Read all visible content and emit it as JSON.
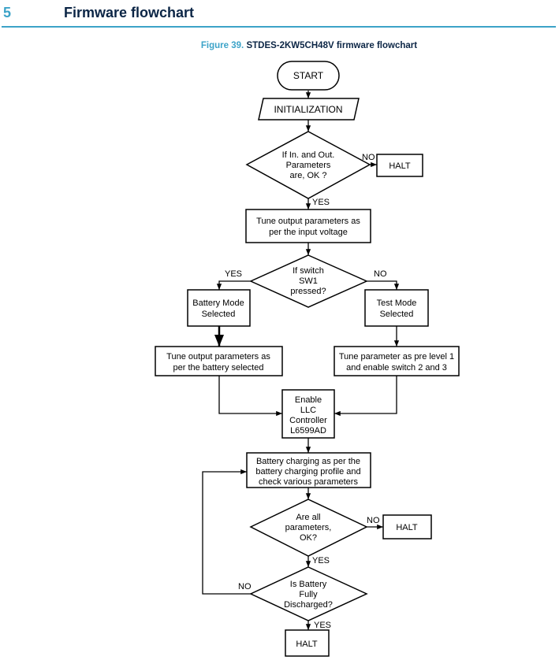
{
  "section": {
    "number": "5",
    "title": "Firmware flowchart"
  },
  "figure": {
    "label": "Figure 39.",
    "title": "STDES-2KW5CH48V firmware flowchart"
  },
  "flowchart": {
    "start": "START",
    "init": "INITIALIZATION",
    "decision1": [
      "If In. and Out.",
      "Parameters",
      "are, OK ?"
    ],
    "halt1": "HALT",
    "no1": "NO",
    "yes1": "YES",
    "tune_output": [
      "Tune output parameters as",
      "per the input voltage"
    ],
    "decision2": [
      "If switch",
      "SW1",
      "pressed?"
    ],
    "yes2": "YES",
    "no2": "NO",
    "battery_mode": [
      "Battery Mode",
      "Selected"
    ],
    "test_mode": [
      "Test Mode",
      "Selected"
    ],
    "tune_battery": [
      "Tune output parameters as",
      "per the battery selected"
    ],
    "tune_level": [
      "Tune parameter as pre level 1",
      "and enable switch 2 and 3"
    ],
    "enable_llc": [
      "Enable",
      "LLC",
      "Controller",
      "L6599AD"
    ],
    "charging": [
      "Battery charging as per the",
      "battery charging profile and",
      "check various parameters"
    ],
    "decision3": [
      "Are all",
      "parameters,",
      "OK?"
    ],
    "no3": "NO",
    "halt2": "HALT",
    "yes3": "YES",
    "decision4": [
      "Is Battery",
      "Fully",
      "Discharged?"
    ],
    "no4": "NO",
    "yes4": "YES",
    "halt3": "HALT"
  }
}
